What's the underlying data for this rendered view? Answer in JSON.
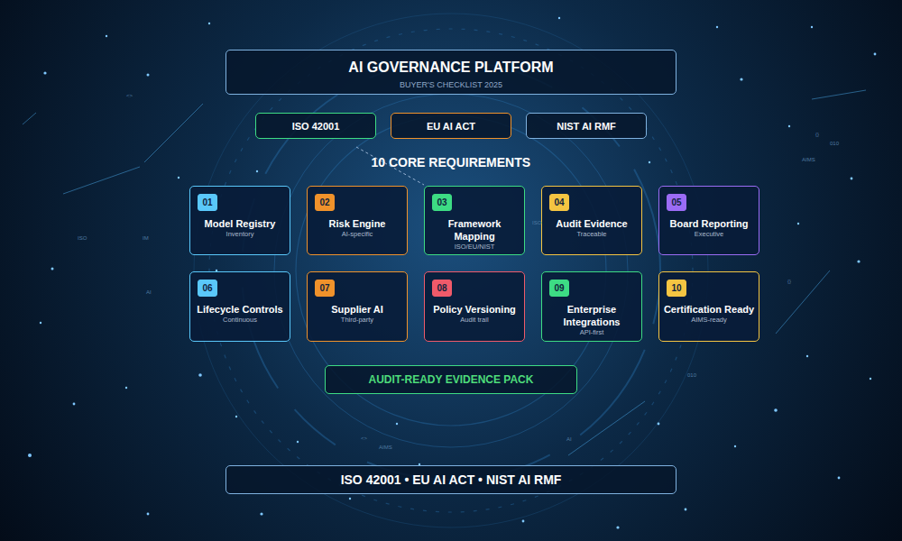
{
  "diagram": {
    "nodes": [
      {
        "text": [
          "AI GOVERNANCE PLATFORM",
          "BUYER'S CHECKLIST 2025"
        ]
      },
      {
        "text": [
          "ISO 42001"
        ]
      },
      {
        "text": [
          "EU AI ACT"
        ]
      },
      {
        "text": [
          "NIST AI RMF"
        ]
      },
      {
        "text": [
          "Model Registry",
          "Inventory"
        ]
      },
      {
        "text": [
          "01"
        ],
        "in": 4
      },
      {
        "text": [
          "Risk Engine",
          "AI-specific"
        ]
      },
      {
        "text": [
          "02"
        ],
        "in": 6
      },
      {
        "text": [
          "Framework Mapping",
          "ISO/EU/NIST"
        ]
      },
      {
        "text": [
          "03"
        ],
        "in": 8
      },
      {
        "text": [
          "Audit Evidence",
          "Traceable"
        ]
      },
      {
        "text": [
          "04"
        ],
        "in": 10
      },
      {
        "text": [
          "Board Reporting",
          "Executive"
        ]
      },
      {
        "text": [
          "05"
        ],
        "in": 12
      },
      {
        "text": [
          "Lifecycle Controls",
          "Continuous"
        ]
      },
      {
        "text": [
          "06"
        ],
        "in": 14
      },
      {
        "text": [
          "Supplier AI",
          "Third-party"
        ]
      },
      {
        "text": [
          "07"
        ],
        "in": 16
      },
      {
        "text": [
          "Policy Versioning",
          "Audit trail"
        ]
      },
      {
        "text": [
          "08"
        ],
        "in": 18
      },
      {
        "text": [
          "Enterprise Integrations",
          "API-first"
        ]
      },
      {
        "text": [
          "09"
        ],
        "in": 20
      },
      {
        "text": [
          "Certification Ready",
          "AIMS-ready"
        ]
      },
      {
        "text": [
          "10"
        ],
        "in": 22
      },
      {
        "text": [
          "AUDIT-READY EVIDENCE PACK"
        ]
      },
      {
        "text": [
          "ISO 42001 • EU AI ACT • NIST AI RMF"
        ]
      }
    ],
    "labels": [
      "10 CORE REQUIREMENTS",
      "<>",
      "{}",
      "010",
      "AIMS",
      "ISO",
      "IM",
      "AI",
      "ISO",
      "{}",
      "010",
      "AIMS",
      "AI",
      "<>"
    ]
  }
}
